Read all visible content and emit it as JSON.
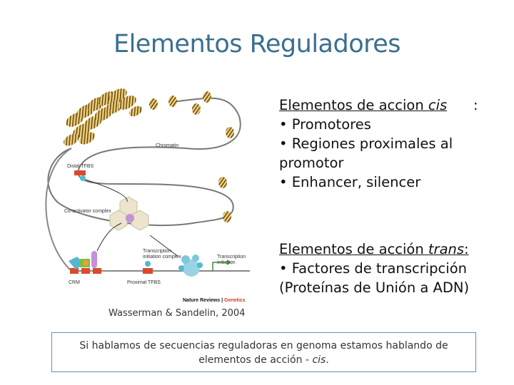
{
  "title": "Elementos Reguladores",
  "cis": {
    "heading_prefix": "Elementos de accion ",
    "heading_italic": "cis",
    "heading_suffix": ":",
    "items": [
      "• Promotores",
      "• Regiones proximales al",
      "promotor",
      "• Enhancer, silencer"
    ]
  },
  "trans": {
    "heading_prefix": "Elementos de acción ",
    "heading_italic": "trans",
    "heading_suffix": ":",
    "items": [
      "• Factores de transcripción",
      "(Proteínas de Unión a ADN)"
    ]
  },
  "figure": {
    "labels": {
      "chromatin": "Chromatin",
      "distal_tfbs": "Distal TFBS",
      "coactivator": "Co-activator complex",
      "tic_line1": "Transcription",
      "tic_line2": "initiation complex",
      "ti_line1": "Transcription",
      "ti_line2": "initiation",
      "crm": "CRM",
      "proximal_tfbs": "Proximal TFBS"
    },
    "credit_main": "Nature Reviews",
    "credit_sep": " | ",
    "credit_accent": "Genetics",
    "colors": {
      "nucleosome": "#f0d27a",
      "nucleosome_stripe": "#6b4a1a",
      "tfbs": "#d94a2a",
      "coactivator": "#ece4cc",
      "pink": "#c78fd8",
      "teal": "#54b8d0",
      "green": "#7cc040"
    }
  },
  "citation": "Wasserman & Sandelin, 2004",
  "footer": {
    "line1": "Si hablamos de secuencias reguladoras en genoma estamos hablando de",
    "line2_prefix": "elementos de acción - ",
    "line2_italic": "cis",
    "line2_suffix": "."
  }
}
